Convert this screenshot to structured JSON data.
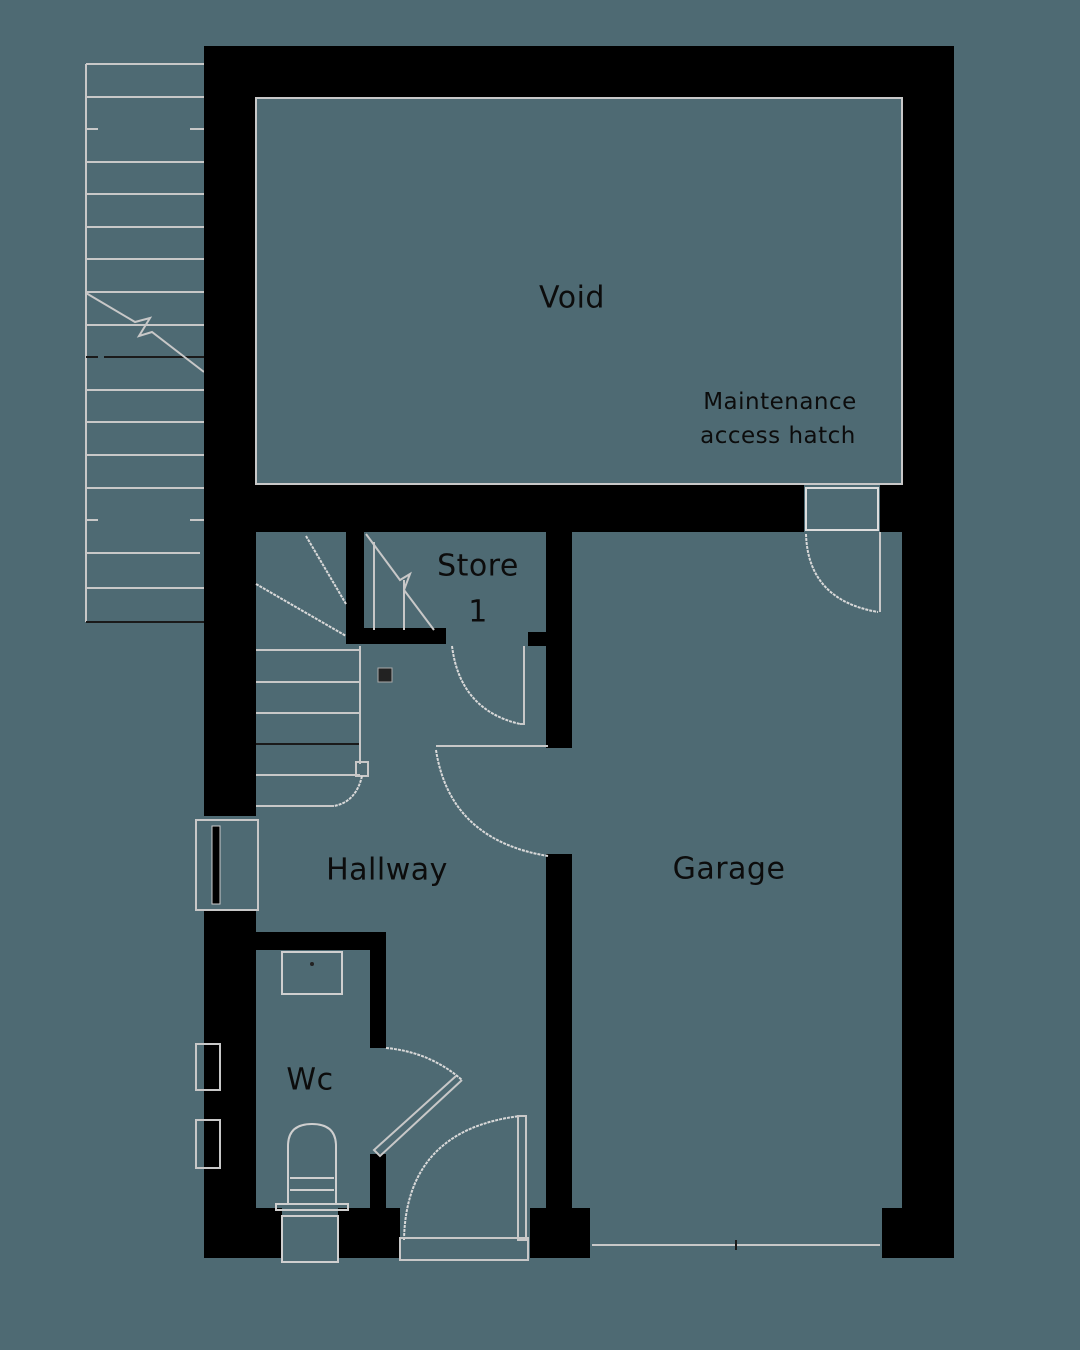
{
  "plan": {
    "background_color": "#4e6a73",
    "wall_color": "#000000",
    "line_color": "#c8c8c8"
  },
  "rooms": {
    "void": {
      "label": "Void"
    },
    "maintenance": {
      "line1": "Maintenance",
      "line2": "access hatch"
    },
    "store": {
      "line1": "Store",
      "line2": "1"
    },
    "hallway": {
      "label": "Hallway"
    },
    "garage": {
      "label": "Garage"
    },
    "wc": {
      "label": "Wc"
    }
  }
}
